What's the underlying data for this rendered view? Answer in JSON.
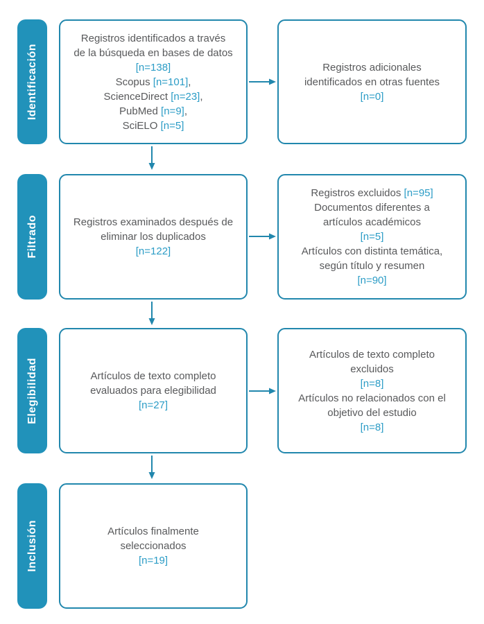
{
  "palette": {
    "teal_fill": "#2192ba",
    "teal_border": "#2187ad",
    "teal_text": "#2b9cc6",
    "gray_text": "#58595b",
    "bg": "#ffffff"
  },
  "rows": [
    {
      "stage_label": "Identificación",
      "main_box": {
        "lines": [
          [
            {
              "t": "Registros identificados a través",
              "c": "gray"
            }
          ],
          [
            {
              "t": "de la búsqueda en bases de datos",
              "c": "gray"
            }
          ],
          [
            {
              "t": "[n=138]",
              "c": "teal"
            }
          ],
          [
            {
              "t": "Scopus ",
              "c": "gray"
            },
            {
              "t": "[n=101]",
              "c": "teal"
            },
            {
              "t": ",",
              "c": "gray"
            }
          ],
          [
            {
              "t": "ScienceDirect ",
              "c": "gray"
            },
            {
              "t": "[n=23]",
              "c": "teal"
            },
            {
              "t": ",",
              "c": "gray"
            }
          ],
          [
            {
              "t": "PubMed ",
              "c": "gray"
            },
            {
              "t": "[n=9]",
              "c": "teal"
            },
            {
              "t": ",",
              "c": "gray"
            }
          ],
          [
            {
              "t": "SciELO ",
              "c": "gray"
            },
            {
              "t": "[n=5]",
              "c": "teal"
            }
          ]
        ]
      },
      "side_box": {
        "lines": [
          [
            {
              "t": "Registros adicionales",
              "c": "gray"
            }
          ],
          [
            {
              "t": "identificados en otras fuentes",
              "c": "gray"
            }
          ],
          [
            {
              "t": "[n=0]",
              "c": "teal"
            }
          ]
        ]
      }
    },
    {
      "stage_label": "Filtrado",
      "main_box": {
        "lines": [
          [
            {
              "t": "Registros examinados después de",
              "c": "gray"
            }
          ],
          [
            {
              "t": "eliminar los duplicados",
              "c": "gray"
            }
          ],
          [
            {
              "t": "[n=122]",
              "c": "teal"
            }
          ]
        ]
      },
      "side_box": {
        "lines": [
          [
            {
              "t": "Registros excluidos ",
              "c": "gray"
            },
            {
              "t": "[n=95]",
              "c": "teal"
            }
          ],
          [
            {
              "t": "Documentos diferentes a",
              "c": "gray"
            }
          ],
          [
            {
              "t": "artículos académicos",
              "c": "gray"
            }
          ],
          [
            {
              "t": "[n=5]",
              "c": "teal"
            }
          ],
          [
            {
              "t": "Artículos con distinta temática,",
              "c": "gray"
            }
          ],
          [
            {
              "t": "según título y resumen",
              "c": "gray"
            }
          ],
          [
            {
              "t": "[n=90]",
              "c": "teal"
            }
          ]
        ]
      }
    },
    {
      "stage_label": "Elegibilidad",
      "main_box": {
        "lines": [
          [
            {
              "t": "Artículos de texto completo",
              "c": "gray"
            }
          ],
          [
            {
              "t": "evaluados para elegibilidad",
              "c": "gray"
            }
          ],
          [
            {
              "t": "[n=27]",
              "c": "teal"
            }
          ]
        ]
      },
      "side_box": {
        "lines": [
          [
            {
              "t": "Artículos de texto completo",
              "c": "gray"
            }
          ],
          [
            {
              "t": "excluidos",
              "c": "gray"
            }
          ],
          [
            {
              "t": "[n=8]",
              "c": "teal"
            }
          ],
          [
            {
              "t": "Artículos no relacionados con el",
              "c": "gray"
            }
          ],
          [
            {
              "t": "objetivo del estudio",
              "c": "gray"
            }
          ],
          [
            {
              "t": "[n=8]",
              "c": "teal"
            }
          ]
        ]
      }
    },
    {
      "stage_label": "Inclusión",
      "main_box": {
        "lines": [
          [
            {
              "t": "Artículos finalmente",
              "c": "gray"
            }
          ],
          [
            {
              "t": "seleccionados",
              "c": "gray"
            }
          ],
          [
            {
              "t": "[n=19]",
              "c": "teal"
            }
          ]
        ]
      },
      "side_box": null
    }
  ]
}
